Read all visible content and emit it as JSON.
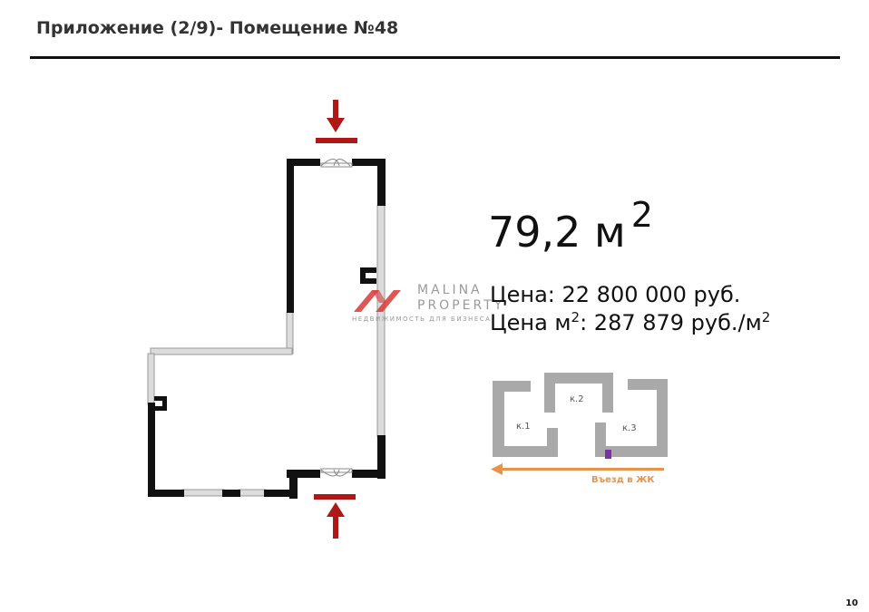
{
  "header": {
    "title": "Приложение (2/9)- Помещение №48"
  },
  "listing": {
    "area_value": "79,2 м",
    "area_sup": "2",
    "price_line": "Цена: 22 800 000 руб.",
    "price_per_m_prefix": "Цена м",
    "price_per_m_sup1": "2",
    "price_per_m_value": ": 287 879 руб./м",
    "price_per_m_sup2": "2"
  },
  "watermark": {
    "line1": "MALINA",
    "line2": "PROPERTY",
    "line3": "НЕДВИЖИМОСТЬ ДЛЯ БИЗНЕСА"
  },
  "site_plan": {
    "building_1": "к.1",
    "building_2": "к.2",
    "building_3": "к.3",
    "entry_label": "Въезд в ЖК"
  },
  "footer": {
    "page_number": "10"
  },
  "colors": {
    "wall": "#111111",
    "entrance_arrow": "#b01818",
    "window": "#cccccc",
    "site_building": "#a9a9a9",
    "site_arrow": "#e8924a",
    "highlight": "#7b2fa8",
    "watermark_logo": "#d83a3a"
  }
}
